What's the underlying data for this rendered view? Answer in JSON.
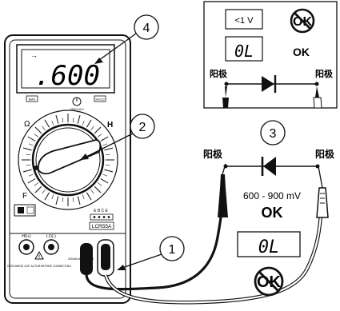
{
  "meter": {
    "display_value": ".600",
    "display_arrow": "→",
    "buttons": {
      "max": "MAX",
      "ohm": "ZERO ADJ",
      "hold": "HOLD"
    },
    "dial_labels": {
      "ohm_symbol": "Ω",
      "h_label": "H",
      "f_label": "F"
    },
    "socket_labels": {
      "hi": "HI(+)",
      "lo": "LO(-)"
    },
    "model": "LCR55A",
    "ebce": "E B C E",
    "warning_text": "200mA MAX FUSED",
    "discharge_text": "DISCHARGE CAP. ACTOR BEFORE CONNECTING"
  },
  "callouts": {
    "c1": "1",
    "c2": "2",
    "c3": "3",
    "c4": "4"
  },
  "inset": {
    "reading_1": "<1 V",
    "reading_2": "0L",
    "ok_text": "OK",
    "anode_left": "阳极",
    "anode_right": "阳极",
    "prohibit_text": "OK"
  },
  "main": {
    "anode_left": "阳极",
    "anode_right": "阳极",
    "range_text": "600 - 900 mV",
    "ok_text": "OK",
    "reading": "0L",
    "prohibit_text": "OK"
  }
}
